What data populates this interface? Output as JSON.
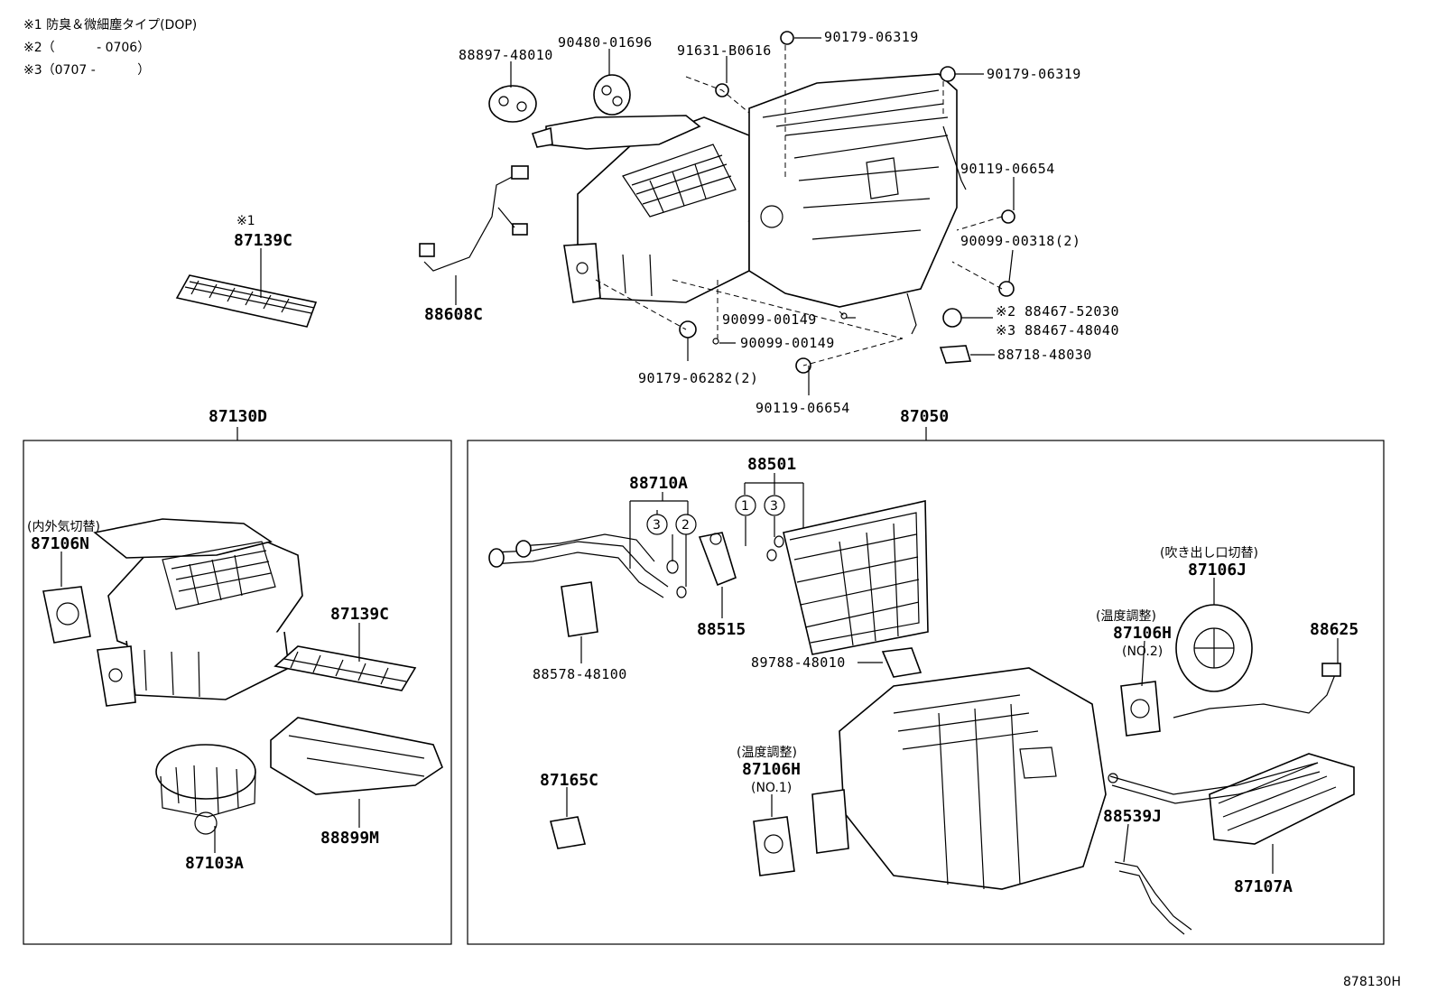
{
  "notes": [
    "※1 防臭＆微細塵タイプ(DOP)",
    "※2（　　　 - 0706）",
    "※3（0707 -　　　 ）"
  ],
  "top_labels": {
    "p88897": "88897-48010",
    "p90480": "90480-01696",
    "p91631": "91631-B0616",
    "p90179a": "90179-06319",
    "p90179b": "90179-06319",
    "p90119a": "90119-06654",
    "p90099_318": "90099-00318(2)",
    "p88467a": "※2 88467-52030",
    "p88467b": "※3 88467-48040",
    "p88718": "88718-48030",
    "p90099_149a": "90099-00149",
    "p90099_149b": "90099-00149",
    "p90179_282": "90179-06282(2)",
    "p90119b": "90119-06654",
    "p88608": "88608C",
    "p87139_top_mark": "※1",
    "p87139_top": "87139C"
  },
  "group_left": {
    "title": "87130D",
    "note_switch": "(内外気切替)",
    "p87106n": "87106N",
    "p87139c": "87139C",
    "p88899m": "88899M",
    "p87103a": "87103A"
  },
  "group_right": {
    "title": "87050",
    "p88710a": "88710A",
    "p88501": "88501",
    "p88515": "88515",
    "p88578": "88578-48100",
    "p89788": "89788-48010",
    "note_outlet": "(吹き出し口切替)",
    "p87106j": "87106J",
    "note_temp2": "(温度調整)",
    "p87106h_2": "87106H",
    "no2": "(NO.2)",
    "p88625": "88625",
    "p87165c": "87165C",
    "note_temp1": "(温度調整)",
    "p87106h_1": "87106H",
    "no1": "(NO.1)",
    "p88539j": "88539J",
    "p87107a": "87107A",
    "circ1": "1",
    "circ2": "2",
    "circ3a": "3",
    "circ3b": "3"
  },
  "figure_code": "878130H"
}
